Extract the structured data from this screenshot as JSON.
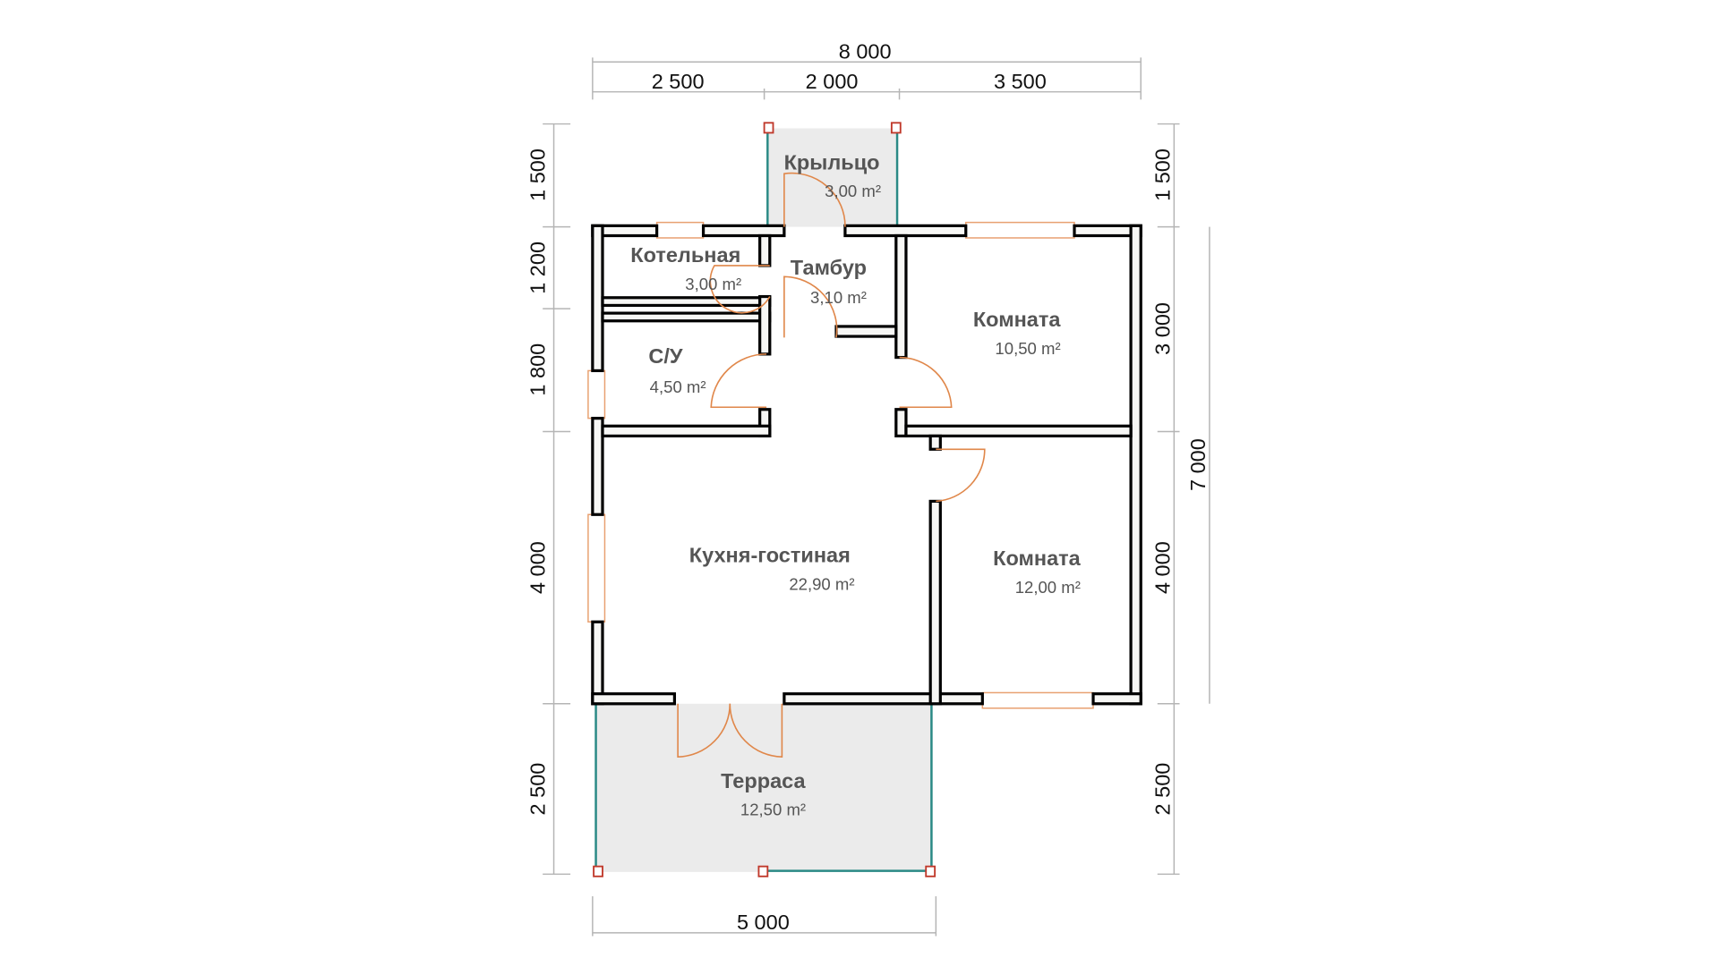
{
  "title": "House floor plan 8000 x 7000",
  "rooms": {
    "porch": {
      "name": "Крыльцо",
      "area": "3,00 m²"
    },
    "boiler": {
      "name": "Котельная",
      "area": "3,00 m²"
    },
    "vestibule": {
      "name": "Тамбур",
      "area": "3,10 m²"
    },
    "bath": {
      "name": "С/У",
      "area": "4,50 m²"
    },
    "room1": {
      "name": "Комната",
      "area": "10,50 m²"
    },
    "kitchen": {
      "name": "Кухня-гостиная",
      "area": "22,90 m²"
    },
    "room2": {
      "name": "Комната",
      "area": "12,00 m²"
    },
    "terrace": {
      "name": "Терраса",
      "area": "12,50 m²"
    }
  },
  "dimensions": {
    "top_total": "8 000",
    "top": [
      "2 500",
      "2 000",
      "3 500"
    ],
    "left": [
      "1 500",
      "1 200",
      "1 800",
      "4 000",
      "2 500"
    ],
    "right": [
      "1 500",
      "3 000",
      "4 000",
      "2 500"
    ],
    "right_total": "7 000",
    "bottom": "5 000"
  },
  "colors": {
    "wall": "#000000",
    "door": "#e0874a",
    "rail": "#2a8a86",
    "post": "#c0392b",
    "deck": "#ebebeb"
  }
}
